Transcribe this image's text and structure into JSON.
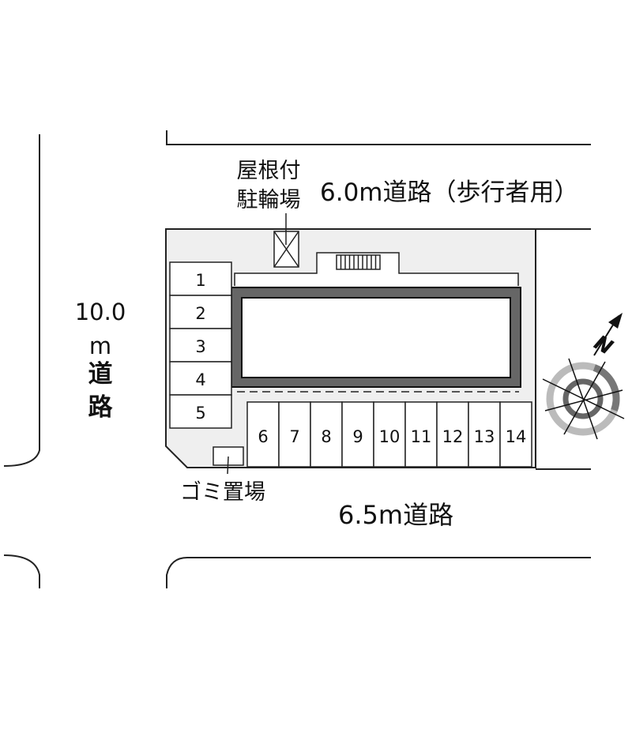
{
  "roads": {
    "top": "6.0m道路（歩行者用）",
    "bottom": "6.5m道路",
    "left_lines": [
      "10.0",
      "m",
      "道",
      "路"
    ]
  },
  "labels": {
    "bike_shelter_lines": [
      "屋根付",
      "駐輪場"
    ],
    "garbage": "ゴミ置場"
  },
  "parking": {
    "left": [
      "1",
      "2",
      "3",
      "4",
      "5"
    ],
    "bottom": [
      "6",
      "7",
      "8",
      "9",
      "10",
      "11",
      "12",
      "13",
      "14"
    ]
  },
  "compass": {
    "label": "N"
  },
  "colors": {
    "lot": "#efefef",
    "building_wall": "#666666",
    "line": "#222222"
  }
}
